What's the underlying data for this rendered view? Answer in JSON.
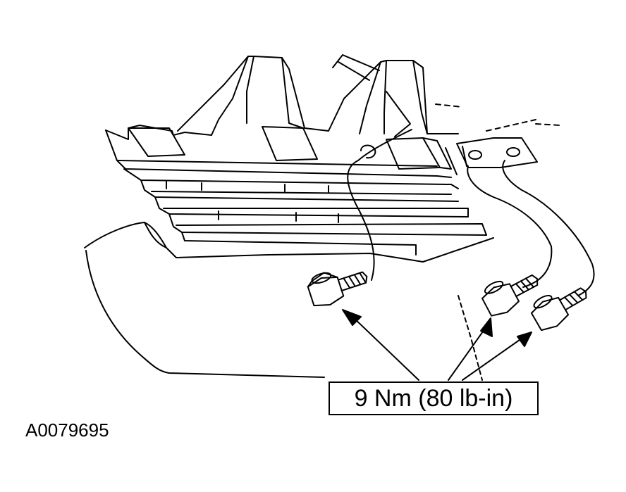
{
  "callout": {
    "torque": "9 Nm (80 lb-in)"
  },
  "figure": {
    "id": "A0079695"
  },
  "colors": {
    "line": "#000000",
    "background": "#ffffff"
  },
  "parts": [
    "grille-assembly",
    "bumper-cover",
    "bracket",
    "bolt",
    "bolt",
    "bolt"
  ]
}
